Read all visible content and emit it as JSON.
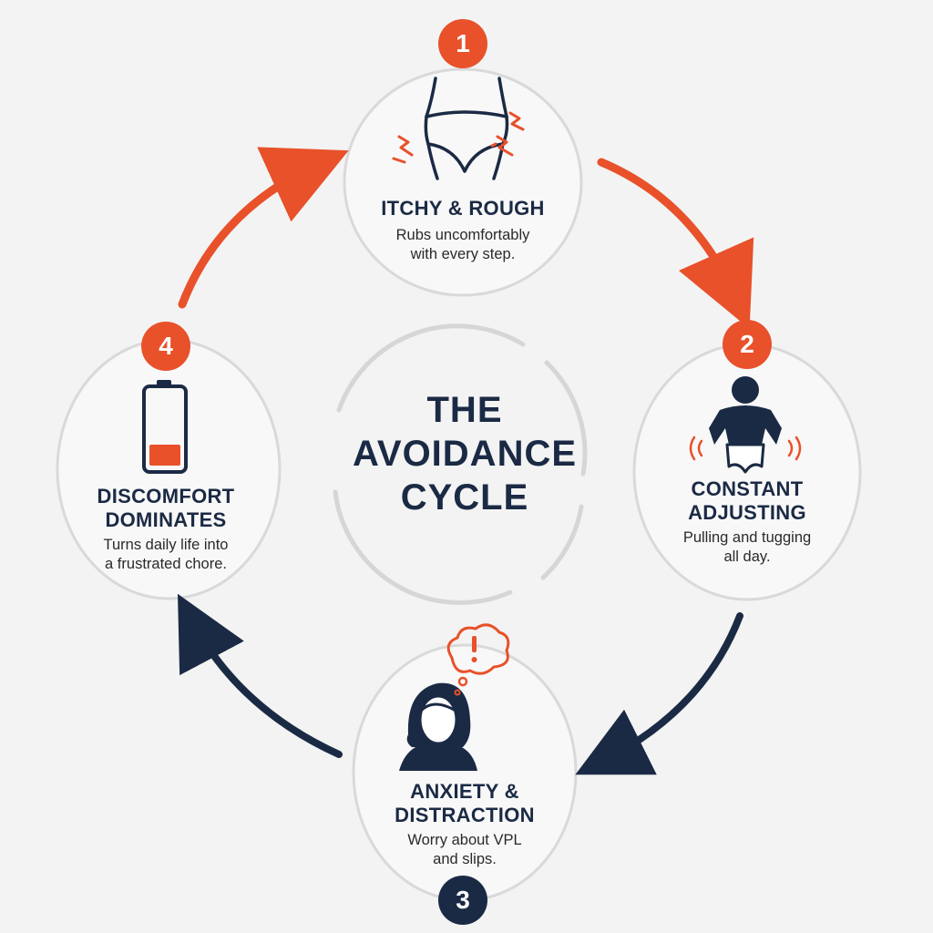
{
  "center": {
    "line1": "THE",
    "line2": "AVOIDANCE",
    "line3": "CYCLE"
  },
  "steps": [
    {
      "number": "1",
      "title_line1": "ITCHY & ROUGH",
      "title_line2": "",
      "desc_line1": "Rubs uncomfortably",
      "desc_line2": "with every step.",
      "icon": "underwear-irritation-icon",
      "badge_color": "#e8512a"
    },
    {
      "number": "2",
      "title_line1": "CONSTANT",
      "title_line2": "ADJUSTING",
      "desc_line1": "Pulling and tugging",
      "desc_line2": "all day.",
      "icon": "person-adjusting-icon",
      "badge_color": "#e8512a"
    },
    {
      "number": "3",
      "title_line1": "ANXIETY &",
      "title_line2": "DISTRACTION",
      "desc_line1": "Worry about VPL",
      "desc_line2": "and slips.",
      "icon": "worried-woman-icon",
      "badge_color": "#1b2a44"
    },
    {
      "number": "4",
      "title_line1": "DISCOMFORT",
      "title_line2": "DOMINATES",
      "desc_line1": "Turns daily life into",
      "desc_line2": "a frustrated chore.",
      "icon": "low-battery-icon",
      "badge_color": "#e8512a"
    }
  ],
  "colors": {
    "accent_orange": "#e8512a",
    "navy": "#1b2a44",
    "circle_border": "#d9d9d9",
    "background": "#f3f3f3"
  }
}
